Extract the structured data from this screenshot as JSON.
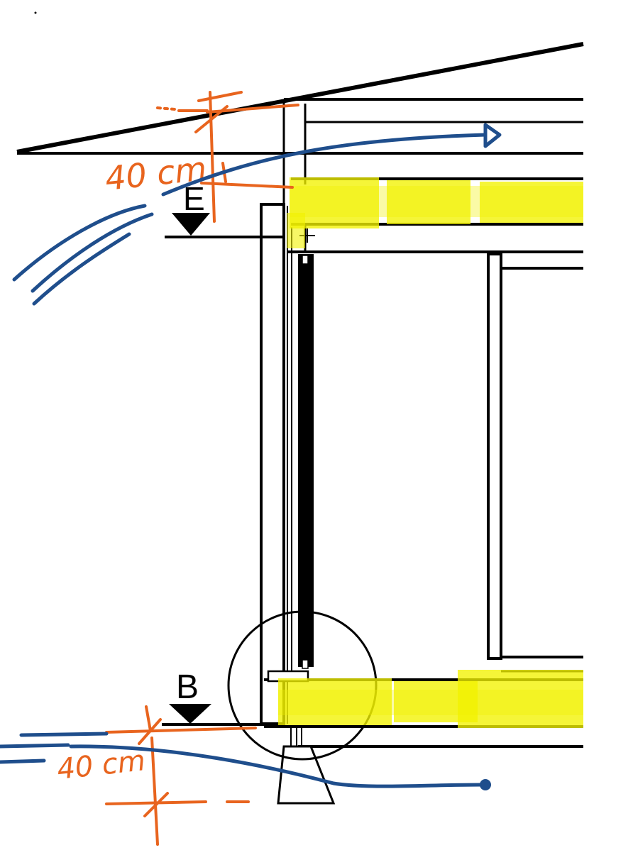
{
  "drawing": {
    "labels": {
      "top_level_marker": "E",
      "bottom_level_marker": "B",
      "top_dimension": "40 cm",
      "bottom_dimension": "40 cm"
    },
    "colors": {
      "linework": "#000000",
      "dimension_annotation": "#E8641E",
      "airflow_annotation": "#1F4E8C",
      "highlight": "#F2F200"
    }
  }
}
